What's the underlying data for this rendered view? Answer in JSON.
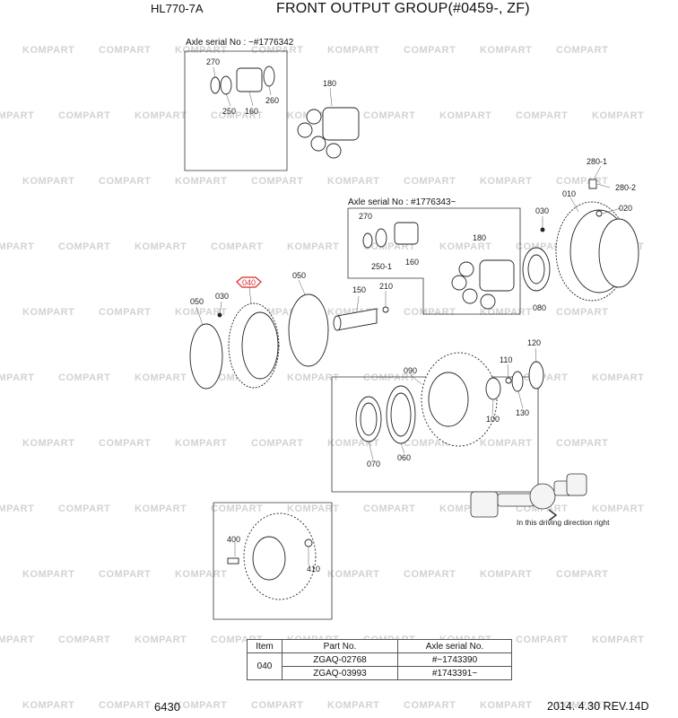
{
  "header": {
    "model": "HL770-7A",
    "title": "FRONT OUTPUT GROUP(#0459-, ZF)"
  },
  "notes": {
    "serial_old": "Axle serial No : ~#1776342",
    "serial_new": "Axle serial No : #1776343~",
    "driving_direction": "In this driving direction right"
  },
  "callouts": {
    "c270a": "270",
    "c250a": "250",
    "c160a": "160",
    "c260": "260",
    "c180a": "180",
    "c2801": "280-1",
    "c2802": "280-2",
    "c010": "010",
    "c020": "020",
    "c030r": "030",
    "c270b": "270",
    "c2501": "250-1",
    "c160b": "160",
    "c180b": "180",
    "c080": "080",
    "c050l": "050",
    "c030l": "030",
    "c040": "040",
    "c050r": "050",
    "c150": "150",
    "c210": "210",
    "c090": "090",
    "c110": "110",
    "c120": "120",
    "c100": "100",
    "c130": "130",
    "c070": "070",
    "c060": "060",
    "c400": "400",
    "c410": "410"
  },
  "watermark": {
    "brand_a": "KOMPART",
    "brand_b": "COMPART"
  },
  "parts_table": {
    "headers": [
      "Item",
      "Part No.",
      "Axle serial No."
    ],
    "item": "040",
    "rows": [
      {
        "part_no": "ZGAQ-02768",
        "serial": "#~1743390"
      },
      {
        "part_no": "ZGAQ-03993",
        "serial": "#1743391~"
      }
    ]
  },
  "footer": {
    "page": "6430",
    "revision": "2014. 4.30 REV.14D"
  },
  "colors": {
    "highlight": "#d9262a",
    "line": "#333333",
    "watermark": "#d2d2d2"
  }
}
